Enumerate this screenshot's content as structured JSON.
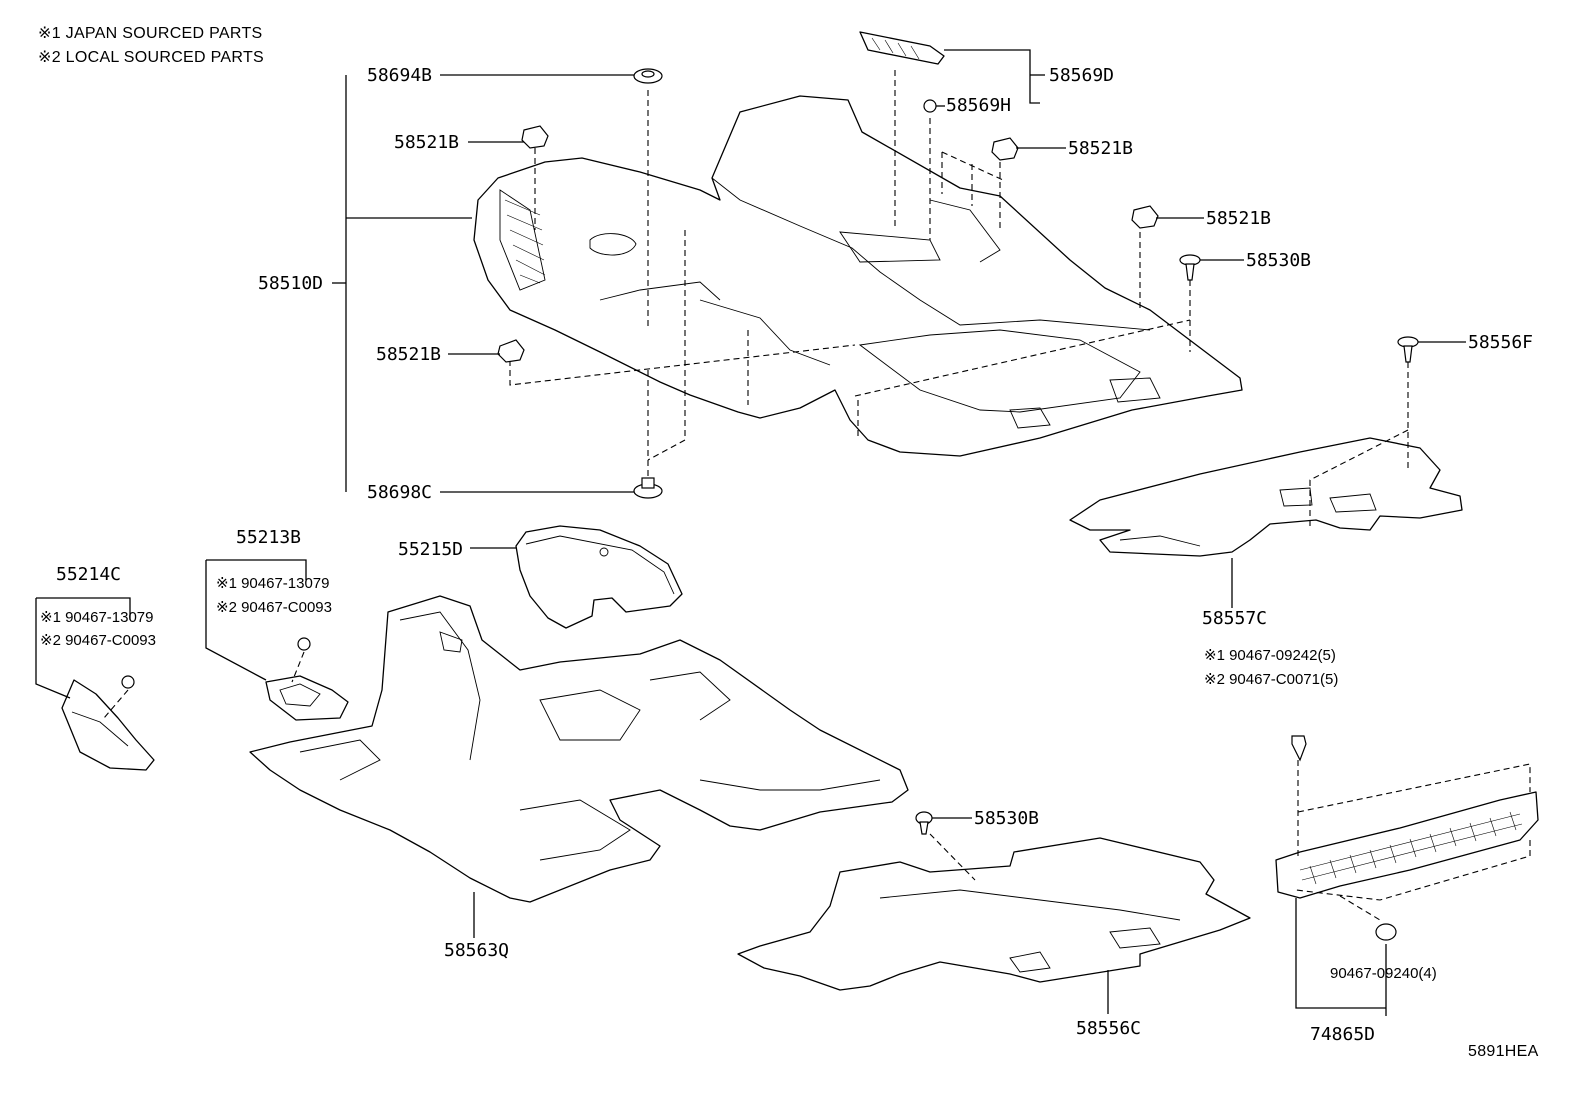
{
  "notes": [
    "※1 JAPAN SOURCED PARTS",
    "※2 LOCAL SOURCED PARTS"
  ],
  "labels": {
    "p58694B": "58694B",
    "p58521B_1": "58521B",
    "p58510D": "58510D",
    "p58521B_2": "58521B",
    "p58698C": "58698C",
    "p58569D": "58569D",
    "p58569H": "58569H",
    "p58521B_3": "58521B",
    "p58521B_4": "58521B",
    "p58530B_1": "58530B",
    "p58556F": "58556F",
    "p58557C": "58557C",
    "p55213B": "55213B",
    "p55213B_s1": "※1 90467-13079",
    "p55213B_s2": "※2 90467-C0093",
    "p55214C": "55214C",
    "p55214C_s1": "※1 90467-13079",
    "p55214C_s2": "※2 90467-C0093",
    "p55215D": "55215D",
    "p58563Q": "58563Q",
    "p58530B_2": "58530B",
    "p58556C": "58556C",
    "p74865D_s1": "※1 90467-09242(5)",
    "p74865D_s2": "※2 90467-C0071(5)",
    "p90467_09240": "90467-09240(4)",
    "p74865D": "74865D"
  },
  "diagram_code": "5891HEA"
}
